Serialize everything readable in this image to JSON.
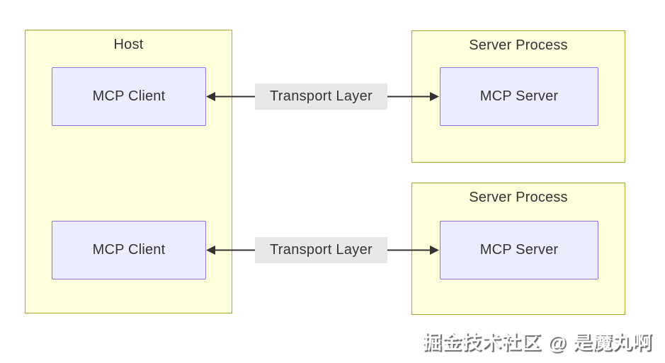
{
  "diagram": {
    "host_group": {
      "label": "Host",
      "clients": [
        {
          "label": "MCP Client"
        },
        {
          "label": "MCP Client"
        }
      ]
    },
    "server_groups": [
      {
        "label": "Server Process",
        "server": {
          "label": "MCP Server"
        }
      },
      {
        "label": "Server Process",
        "server": {
          "label": "MCP Server"
        }
      }
    ],
    "edges": [
      {
        "label": "Transport Layer",
        "direction": "bidirectional"
      },
      {
        "label": "Transport Layer",
        "direction": "bidirectional"
      }
    ]
  },
  "watermark": {
    "text": "掘金技术社区 @ 是魔丸啊"
  },
  "colors": {
    "canvas_bg": "#ffffff",
    "group_fill": "#ffffde",
    "group_border": "#aaaa33",
    "node_fill": "#ececff",
    "node_border": "#9370db",
    "edge_label_bg": "#e8e8e8",
    "diagram_text": "#333333",
    "arrow": "#333333",
    "watermark_text": "#ffffff",
    "watermark_shadow": "#666666"
  }
}
